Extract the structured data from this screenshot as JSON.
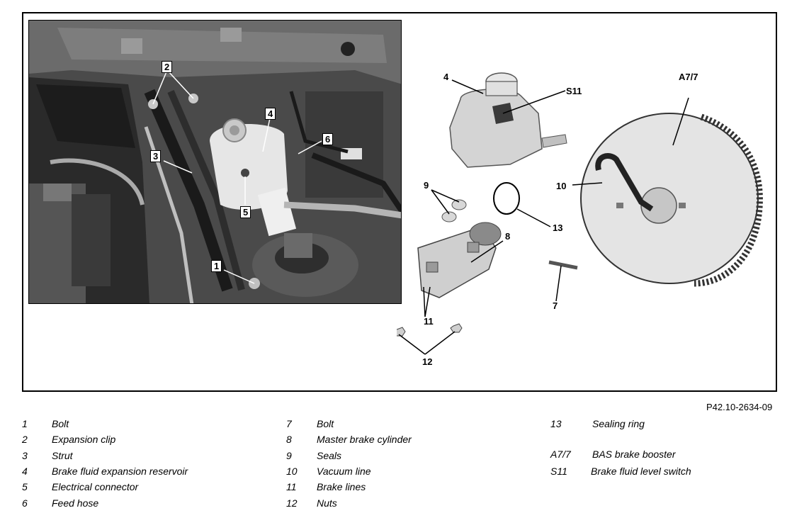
{
  "figure_ref": "P42.10-2634-09",
  "photo_callouts": [
    "1",
    "2",
    "3",
    "4",
    "5",
    "6"
  ],
  "drawing_callouts": [
    "4",
    "S11",
    "A7/7",
    "9",
    "10",
    "13",
    "8",
    "7",
    "11",
    "12"
  ],
  "legend": [
    {
      "num": "1",
      "text": "Bolt"
    },
    {
      "num": "2",
      "text": "Expansion clip"
    },
    {
      "num": "3",
      "text": "Strut"
    },
    {
      "num": "4",
      "text": "Brake fluid expansion reservoir"
    },
    {
      "num": "5",
      "text": "Electrical connector"
    },
    {
      "num": "6",
      "text": "Feed hose"
    },
    {
      "num": "7",
      "text": "Bolt"
    },
    {
      "num": "8",
      "text": "Master brake cylinder"
    },
    {
      "num": "9",
      "text": "Seals"
    },
    {
      "num": "10",
      "text": "Vacuum line"
    },
    {
      "num": "11",
      "text": "Brake lines"
    },
    {
      "num": "12",
      "text": "Nuts"
    },
    {
      "num": "13",
      "text": "Sealing ring"
    },
    {
      "num": "A7/7",
      "text": "BAS brake booster"
    },
    {
      "num": "S11",
      "text": "Brake fluid level switch"
    }
  ]
}
